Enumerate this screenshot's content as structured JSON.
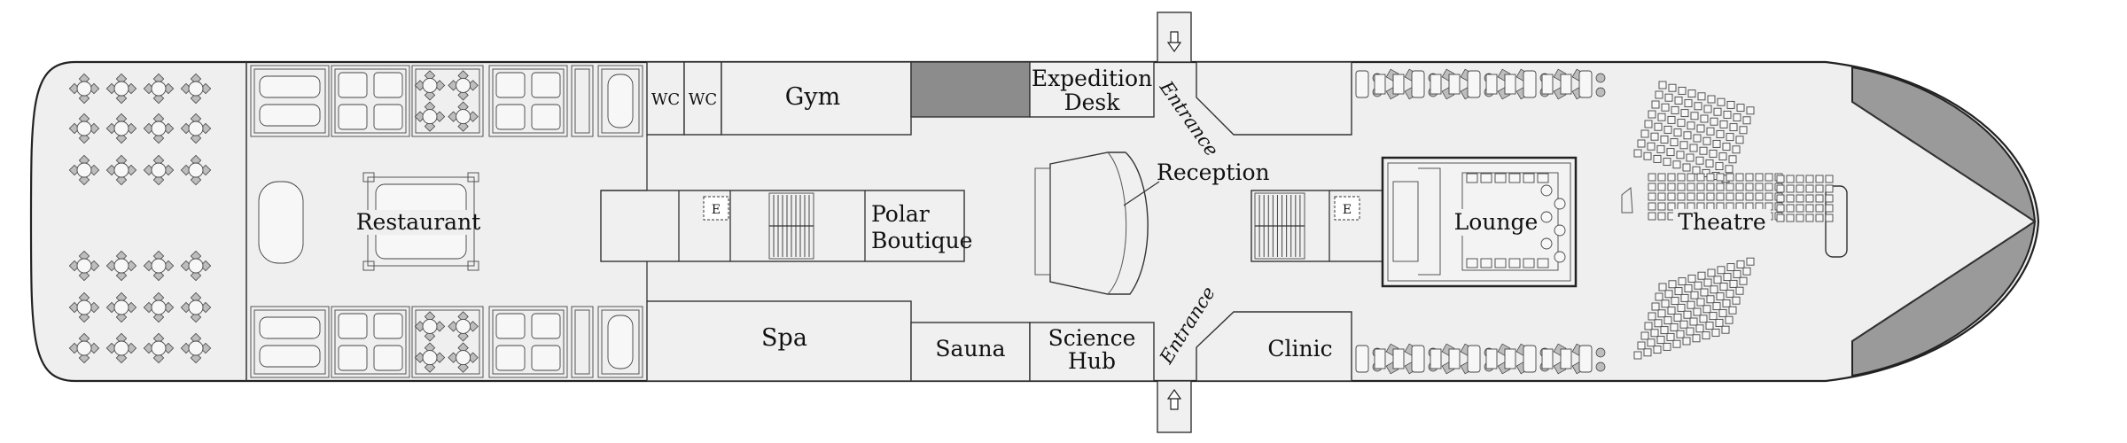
{
  "deck": {
    "rooms": {
      "wc1": "WC",
      "wc2": "WC",
      "gym": "Gym",
      "expedition_desk": [
        "Expedition",
        "Desk"
      ],
      "reception": "Reception",
      "restaurant": "Restaurant",
      "polar_boutique": [
        "Polar",
        "Boutique"
      ],
      "lounge": "Lounge",
      "theatre": "Theatre",
      "spa": "Spa",
      "sauna": "Sauna",
      "science_hub": [
        "Science",
        "Hub"
      ],
      "clinic": "Clinic"
    },
    "entrances": {
      "top": "Entrance",
      "bottom": "Entrance"
    },
    "elevators": {
      "aft": "E",
      "fwd": "E"
    },
    "colors": {
      "deck_fill": "#efefef",
      "room_fill": "#f0f0f0",
      "bow_fill": "#9a9a9a",
      "storage_fill": "#8c8c8c",
      "furniture_chair": "#bdbdbd",
      "outline": "#222222"
    }
  }
}
